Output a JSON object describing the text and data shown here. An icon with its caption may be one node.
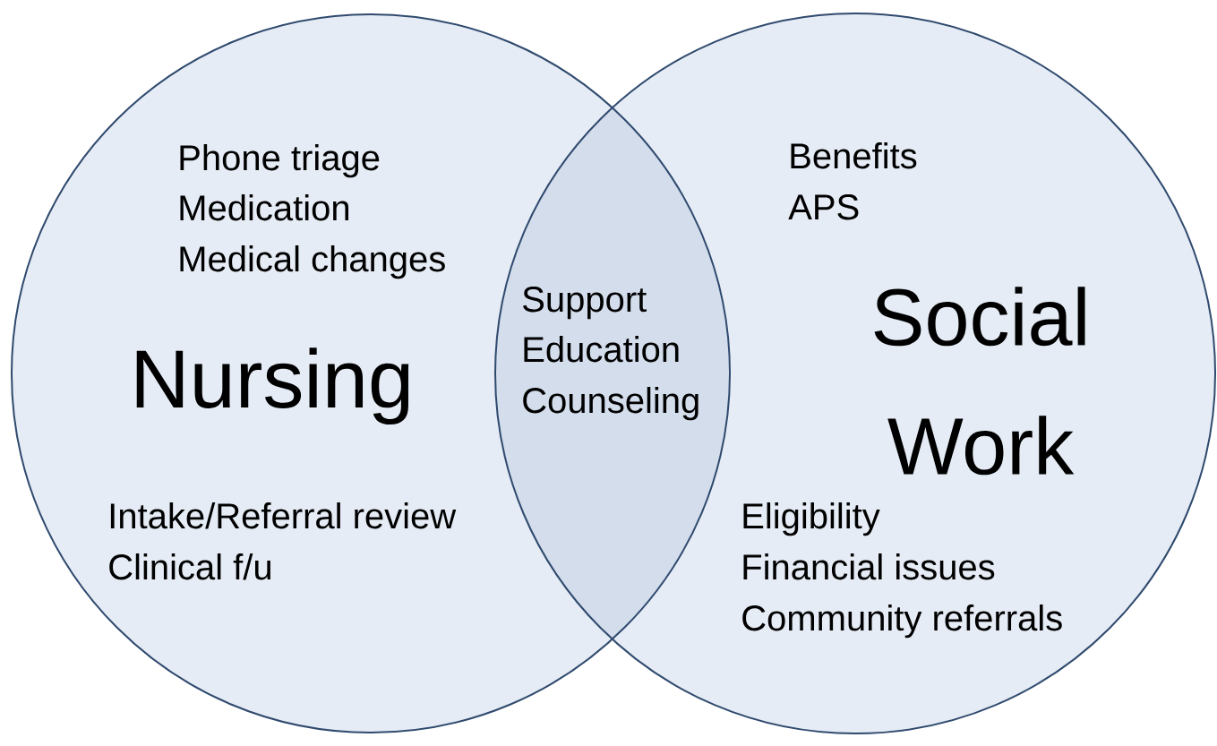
{
  "diagram": {
    "nodes": [
      {
        "text": [
          "Phone triage",
          "Medication",
          "Medical changes",
          "Nursing",
          "Intake/Referral review",
          "Clinical f/u"
        ]
      },
      {
        "text": [
          "Benefits",
          "APS",
          "Social Work",
          "Eligibility",
          "Financial issues",
          "Community referrals"
        ]
      }
    ],
    "labels": [
      "Support",
      "Education",
      "Counseling"
    ]
  }
}
